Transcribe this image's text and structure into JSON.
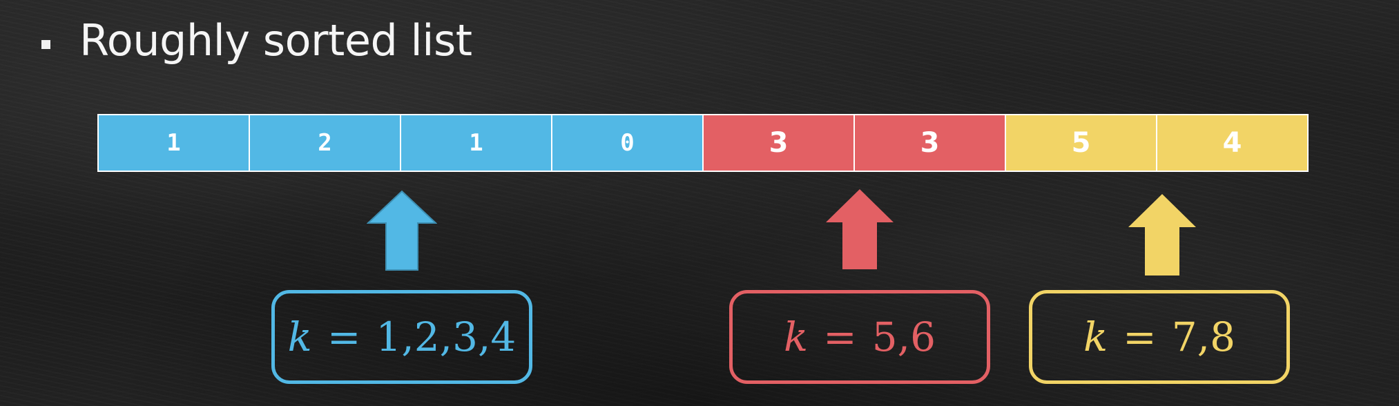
{
  "slide": {
    "bullet_text": "Roughly sorted list"
  },
  "colors": {
    "blue": "#52b8e5",
    "red": "#e36064",
    "yellow": "#f2d466",
    "cell_border": "#ffffff",
    "background": "#1f1f1f"
  },
  "array": {
    "cells": [
      {
        "value": "1",
        "group": "blue"
      },
      {
        "value": "2",
        "group": "blue"
      },
      {
        "value": "1",
        "group": "blue"
      },
      {
        "value": "0",
        "group": "blue"
      },
      {
        "value": "3",
        "group": "red"
      },
      {
        "value": "3",
        "group": "red"
      },
      {
        "value": "5",
        "group": "yellow"
      },
      {
        "value": "4",
        "group": "yellow"
      }
    ]
  },
  "groups": [
    {
      "color": "blue",
      "k_var": "k",
      "k_eq": "=",
      "k_values": "1,2,3,4"
    },
    {
      "color": "red",
      "k_var": "k",
      "k_eq": "=",
      "k_values": "5,6"
    },
    {
      "color": "yellow",
      "k_var": "k",
      "k_eq": "=",
      "k_values": "7,8"
    }
  ]
}
